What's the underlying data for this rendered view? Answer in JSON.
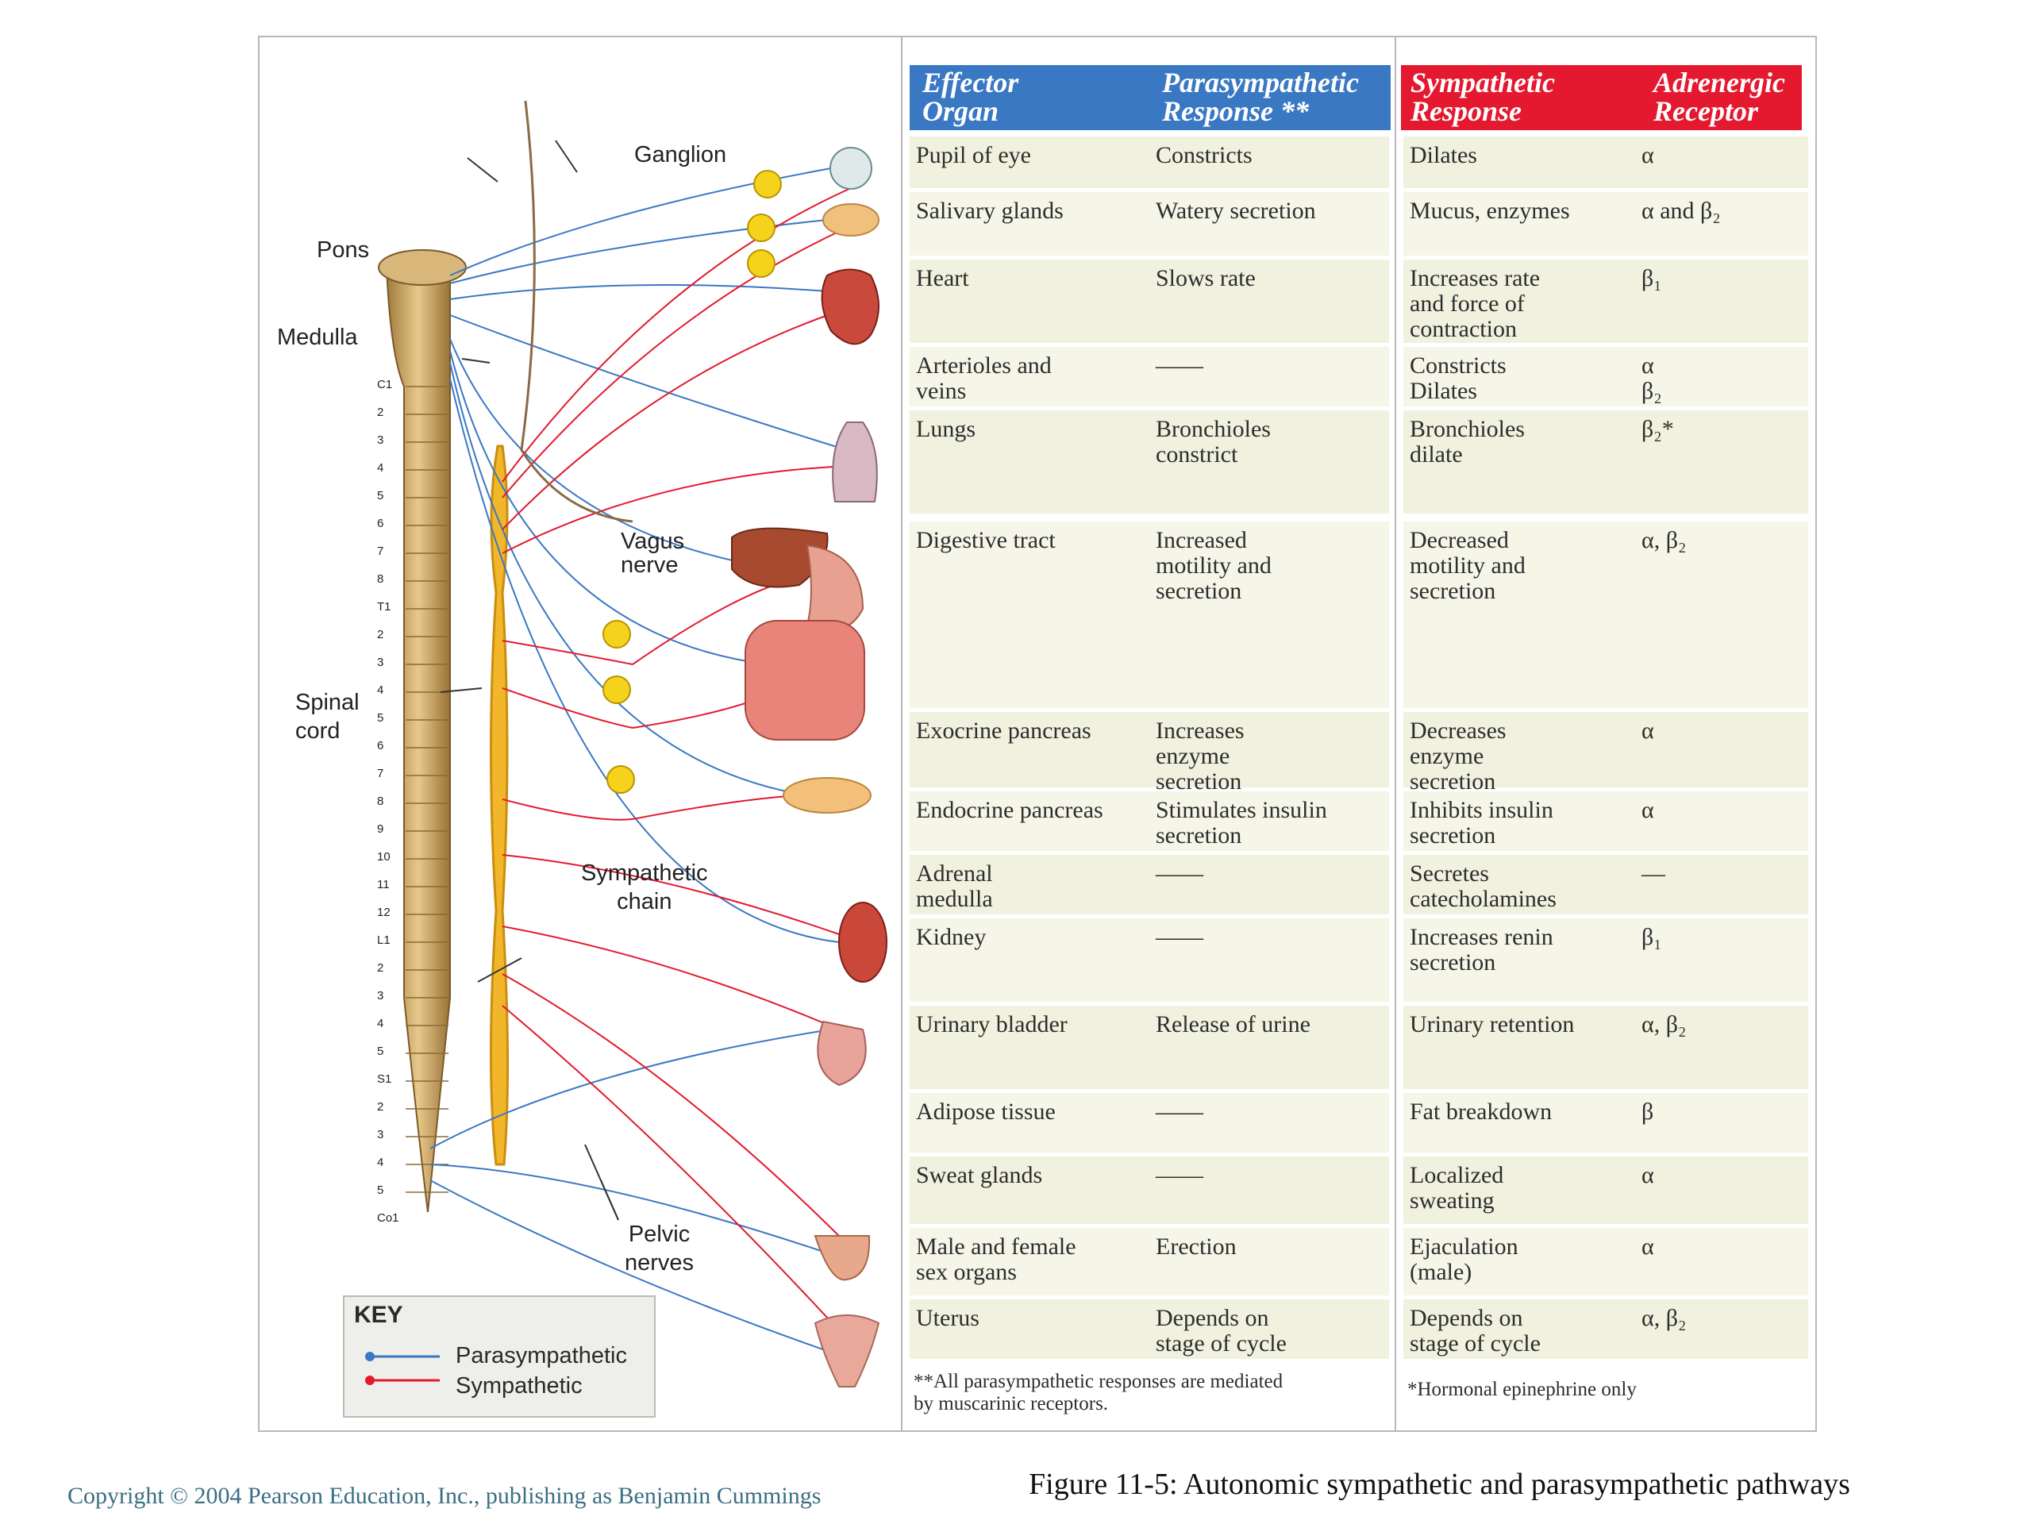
{
  "labels": {
    "ganglion": "Ganglion",
    "pons": "Pons",
    "medulla": "Medulla",
    "vagus_nerve": "Vagus\nnerve",
    "spinal_cord": "Spinal\ncord",
    "sympathetic_chain": "Sympathetic\nchain",
    "pelvic_nerves": "Pelvic\nnerves"
  },
  "vertebrae": [
    "C1",
    "2",
    "3",
    "4",
    "5",
    "6",
    "7",
    "8",
    "T1",
    "2",
    "3",
    "4",
    "5",
    "6",
    "7",
    "8",
    "9",
    "10",
    "11",
    "12",
    "L1",
    "2",
    "3",
    "4",
    "5",
    "S1",
    "2",
    "3",
    "4",
    "5",
    "Co1"
  ],
  "key": {
    "title": "KEY",
    "parasympathetic": "Parasympathetic",
    "sympathetic": "Sympathetic"
  },
  "colors": {
    "parasympathetic": "#3a78c3",
    "sympathetic": "#e4192f",
    "header_text": "#ffffff"
  },
  "para_table": {
    "headers": [
      "Effector\nOrgan",
      "Parasympathetic\nResponse **"
    ],
    "rows": [
      [
        "Pupil of eye",
        "Constricts"
      ],
      [
        "Salivary glands",
        "Watery secretion"
      ],
      [
        "Heart",
        "Slows rate"
      ],
      [
        "Arterioles and\n veins",
        "——"
      ],
      [
        "Lungs",
        "Bronchioles\n  constrict"
      ],
      [
        "Digestive tract",
        "Increased\n motility and\n secretion"
      ],
      [
        "Exocrine pancreas",
        "Increases\n enzyme\n secretion"
      ],
      [
        "Endocrine pancreas",
        "Stimulates insulin\n  secretion"
      ],
      [
        "Adrenal\n medulla",
        "——"
      ],
      [
        "Kidney",
        "——"
      ],
      [
        "Urinary bladder",
        "Release of urine"
      ],
      [
        "Adipose tissue",
        "——"
      ],
      [
        "Sweat glands",
        "——"
      ],
      [
        "Male and female\nsex organs",
        "Erection"
      ],
      [
        "Uterus",
        "Depends on\n stage of cycle"
      ]
    ],
    "footnote": "**All parasympathetic responses are mediated\n  by muscarinic receptors."
  },
  "symp_table": {
    "headers": [
      "Sympathetic\nResponse",
      "Adrenergic\nReceptor"
    ],
    "rows": [
      [
        "Dilates",
        "α"
      ],
      [
        "Mucus, enzymes",
        "α and β₂"
      ],
      [
        "Increases rate\n and force of\n contraction",
        "β₁"
      ],
      [
        "Constricts\nDilates",
        "α\nβ₂"
      ],
      [
        "Bronchioles\n dilate",
        "β₂*"
      ],
      [
        "Decreased\n motility and\n secretion",
        "α, β₂"
      ],
      [
        "Decreases\n enzyme\n secretion",
        "α"
      ],
      [
        "Inhibits insulin\n secretion",
        "α"
      ],
      [
        "Secretes\n catecholamines",
        "—"
      ],
      [
        "Increases renin\n secretion",
        "β₁"
      ],
      [
        "Urinary retention",
        "α, β₂"
      ],
      [
        "Fat breakdown",
        "β"
      ],
      [
        "Localized\n sweating",
        "α"
      ],
      [
        "Ejaculation\n (male)",
        "α"
      ],
      [
        "Depends on\n stage of cycle",
        "α, β₂"
      ]
    ],
    "footnote": "*Hormonal epinephrine only"
  },
  "copyright": "Copyright © 2004 Pearson Education, Inc., publishing as Benjamin Cummings",
  "caption": "Figure 11-5: Autonomic sympathetic and parasympathetic pathways"
}
